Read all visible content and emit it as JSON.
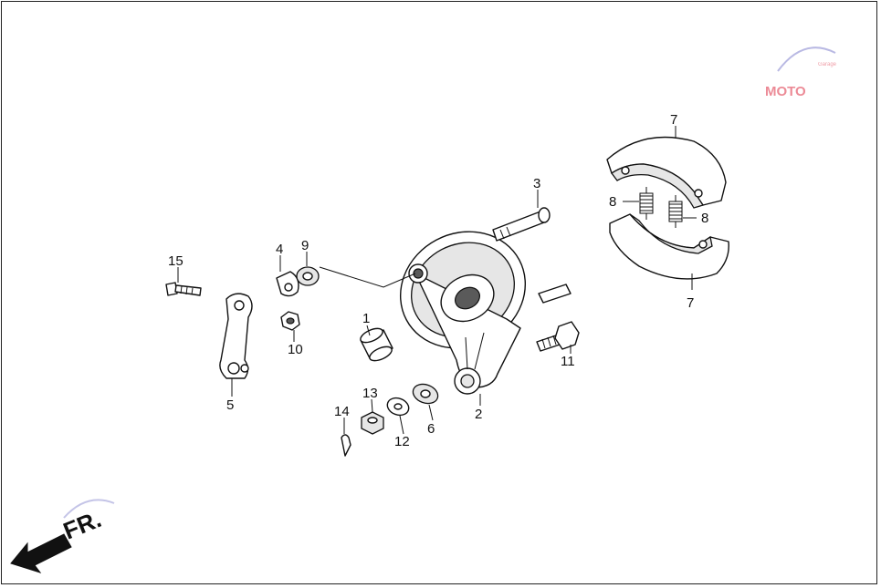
{
  "diagram": {
    "part_labels": [
      {
        "id": "1",
        "text": "1"
      },
      {
        "id": "2",
        "text": "2"
      },
      {
        "id": "3",
        "text": "3"
      },
      {
        "id": "4",
        "text": "4"
      },
      {
        "id": "5",
        "text": "5"
      },
      {
        "id": "6",
        "text": "6"
      },
      {
        "id": "7a",
        "text": "7"
      },
      {
        "id": "7b",
        "text": "7"
      },
      {
        "id": "8a",
        "text": "8"
      },
      {
        "id": "8b",
        "text": "8"
      },
      {
        "id": "9",
        "text": "9"
      },
      {
        "id": "10",
        "text": "10"
      },
      {
        "id": "11",
        "text": "11"
      },
      {
        "id": "12",
        "text": "12"
      },
      {
        "id": "13",
        "text": "13"
      },
      {
        "id": "14",
        "text": "14"
      },
      {
        "id": "15",
        "text": "15"
      }
    ],
    "direction_label": "FR.",
    "watermark": {
      "brand": "MOTO",
      "sub": "Garage"
    }
  }
}
